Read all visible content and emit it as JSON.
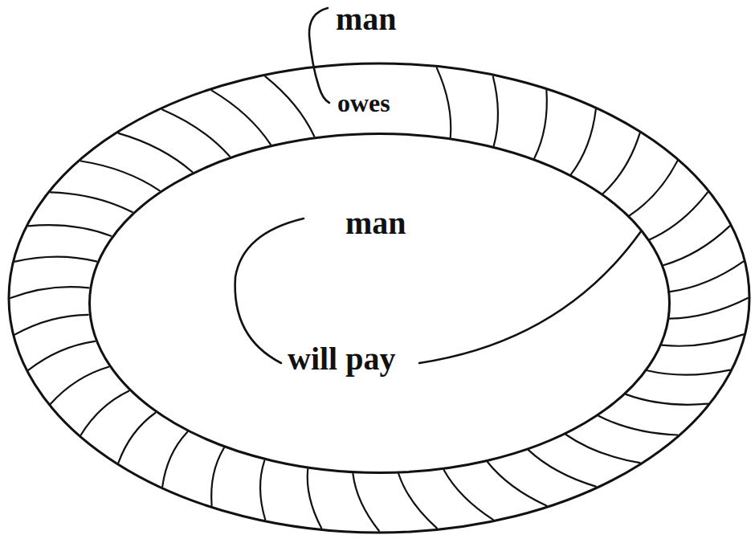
{
  "diagram": {
    "nodes": [
      {
        "text": [
          "man",
          "owes"
        ]
      },
      {
        "text": [
          "man",
          "will pay"
        ],
        "in": 0
      }
    ]
  }
}
